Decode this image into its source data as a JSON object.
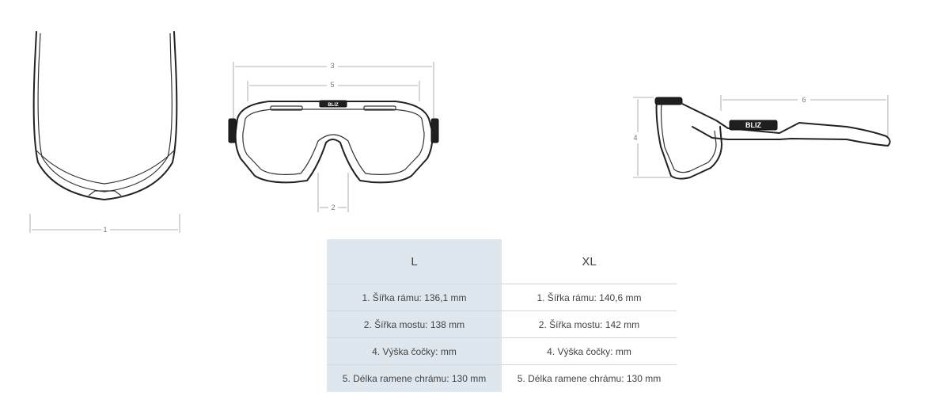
{
  "diagram": {
    "dimension_labels": {
      "d1": "1",
      "d2": "2",
      "d3": "3",
      "d4": "4",
      "d5": "5",
      "d6": "6"
    },
    "brand_mark": "BLIZ"
  },
  "size_table": {
    "columns": [
      "L",
      "XL"
    ],
    "rows": [
      [
        "1. Šířka rámu: 136,1 mm",
        "1. Šířka rámu: 140,6 mm"
      ],
      [
        "2. Šířka mostu: 138 mm",
        "2. Šířka mostu: 142 mm"
      ],
      [
        "4. Výška čočky: mm",
        "4. Výška čočky: mm"
      ],
      [
        "5. Délka ramene chrámu: 130 mm",
        "5. Délka ramene chrámu: 130 mm"
      ]
    ],
    "highlight_color": "#dfe7ee"
  }
}
